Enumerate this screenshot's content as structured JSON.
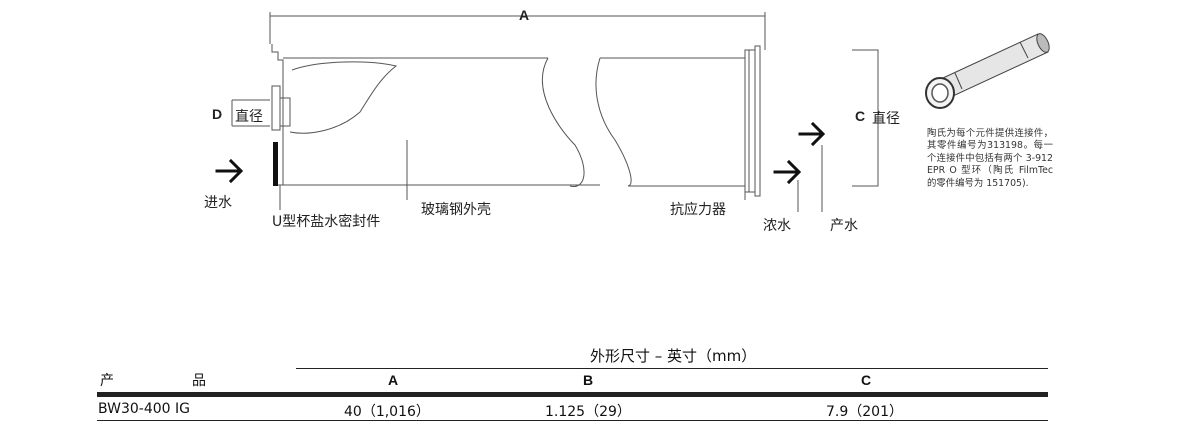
{
  "diagram": {
    "dim_a": "A",
    "dim_c": "C",
    "dim_c_suffix": "直径",
    "dim_d": "D",
    "dim_d_suffix": "直径",
    "feed_label": "进水",
    "u_seal_label": "U型杯盐水密封件",
    "shell_label": "玻璃钢外壳",
    "anti_telescoping_label": "抗应力器",
    "concentrate_label": "浓水",
    "permeate_label": "产水"
  },
  "note": {
    "text": "陶氏为每个元件提供连接件，其零件编号为313198。每一个连接件中包括有两个 3-912 EPR O 型环（陶氏 FilmTec 的零件编号为 151705)."
  },
  "table": {
    "group_header": "外形尺寸 – 英寸（mm）",
    "product_header_1": "产",
    "product_header_2": "品",
    "col_a": "A",
    "col_b": "B",
    "col_c": "C",
    "rows": [
      {
        "product": "BW30-400 IG",
        "a": "40（1,016）",
        "b": "1.125（29）",
        "c": "7.9（201）"
      }
    ]
  }
}
